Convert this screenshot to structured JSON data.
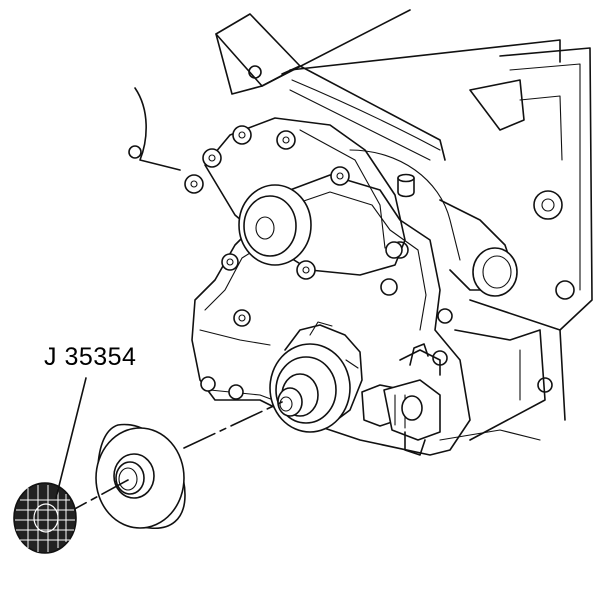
{
  "figure": {
    "callout_label": "J 35354"
  },
  "components": {
    "engine_front_cover": "engine-front-cover",
    "water_pump": "water-pump",
    "crankshaft_front_seal": "crankshaft-front-seal",
    "crankshaft_balancer": "crankshaft-balancer",
    "seal_installer_tool": "seal-installer-tool"
  }
}
